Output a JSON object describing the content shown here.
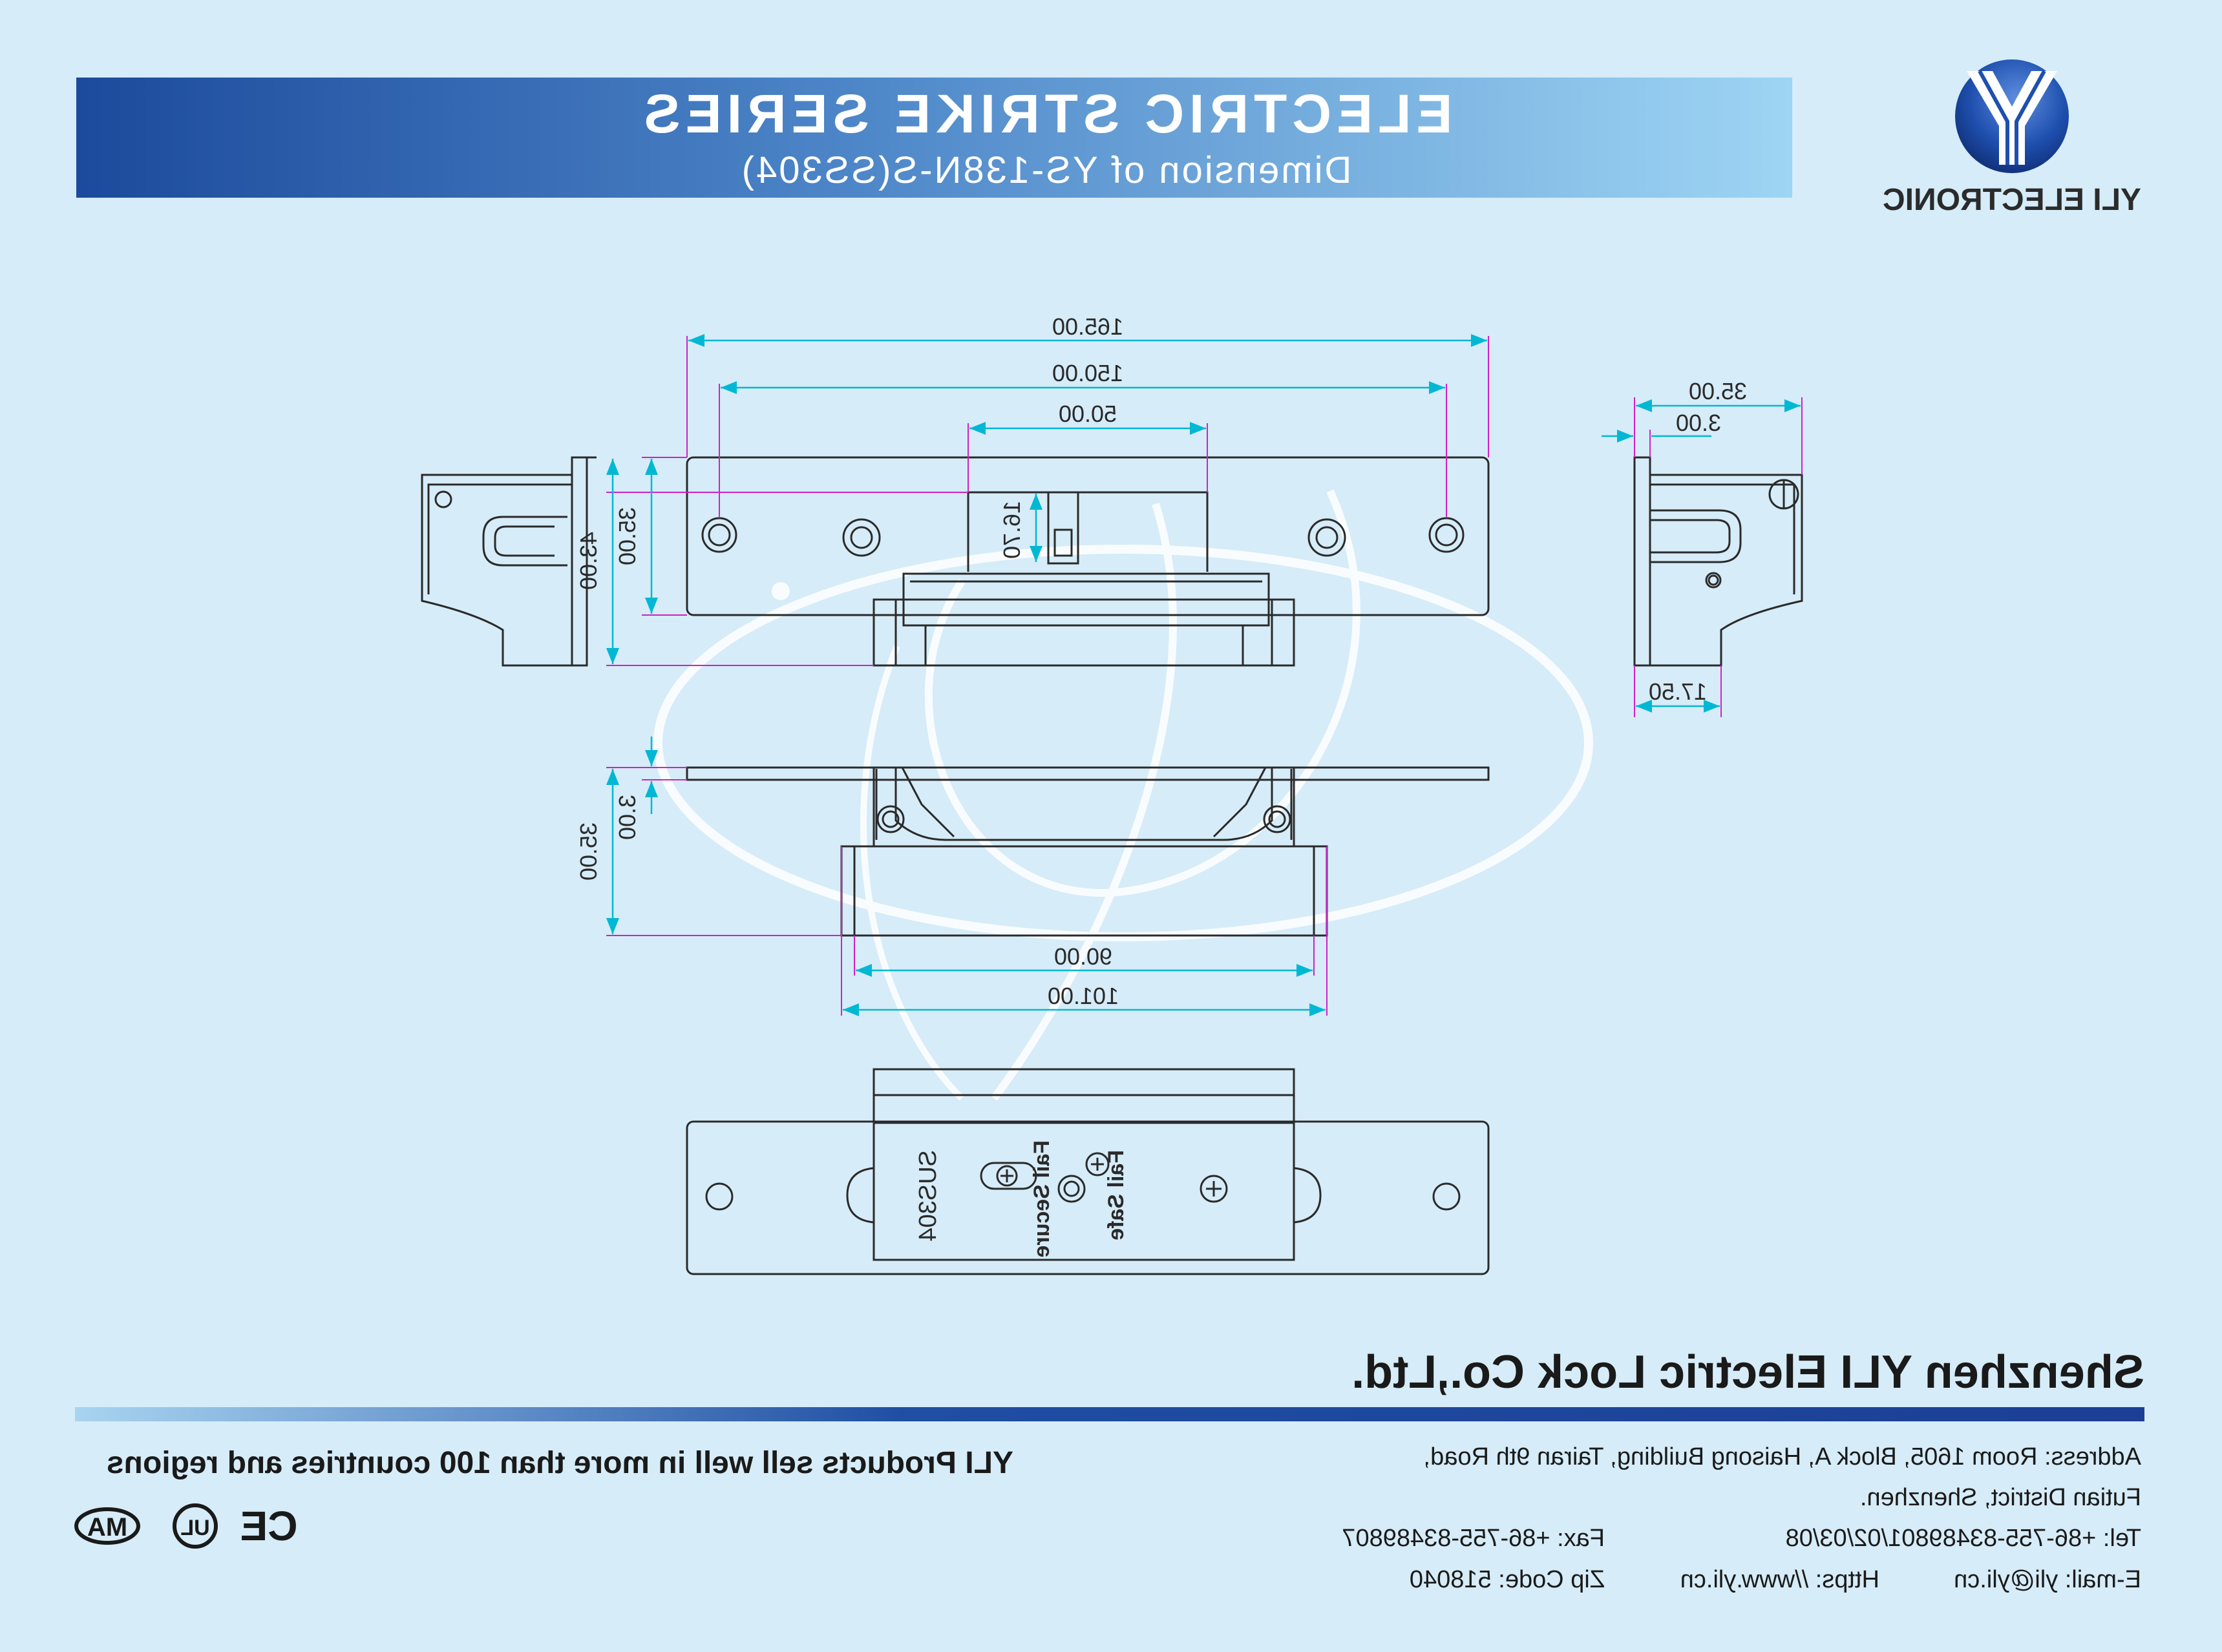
{
  "header": {
    "title": "ELECTRIC STRIKE SERIES",
    "subtitle": "Dimension of YS-138N-S(SS304)"
  },
  "logo": {
    "letter": "Y",
    "brand": "YLI ELECTRONIC"
  },
  "dimensions": {
    "overall_length": "165.00",
    "hole_spacing": "150.00",
    "window_width": "50.00",
    "latch_depth": "16.70",
    "plate_height": "35.00",
    "body_height": "43.00",
    "side_depth": "35.00",
    "plate_thickness": "3.00",
    "side_lip": "17.50",
    "flange_thickness": "3.00",
    "body_depth": "35.00",
    "body_inner_width": "90.00",
    "body_outer_width": "101.00"
  },
  "labels": {
    "fail_safe": "Fail Safe",
    "fail_secure": "Fail Secure",
    "material": "SUS304"
  },
  "company": {
    "name": "Shenzhen YLI Electric Lock Co.,Ltd.",
    "address_line1": "Address: Room 1605, Block A, Haisong Building, Tairan 9th Road,",
    "address_line2": "Futian District, Shenzhen.",
    "tel": "Tel: +86-755-83489801/02/03/08",
    "fax": "Fax: +86-755-83489807",
    "email": "E-mail: yli@yli.cn",
    "web": "Https: //www.yli.cn",
    "zip": "Zip Code: 518040"
  },
  "slogan": "YLI Products sell well in more than 100 countries and regions",
  "certifications": [
    "MA",
    "UL",
    "CE"
  ],
  "colors": {
    "background": "#d6ecf8",
    "banner_dark": "#1c4a9c",
    "banner_light": "#9ed5f4",
    "dimension_line": "#00c8e0",
    "extension_line": "#d020c8",
    "outline": "#2a2a2a"
  }
}
